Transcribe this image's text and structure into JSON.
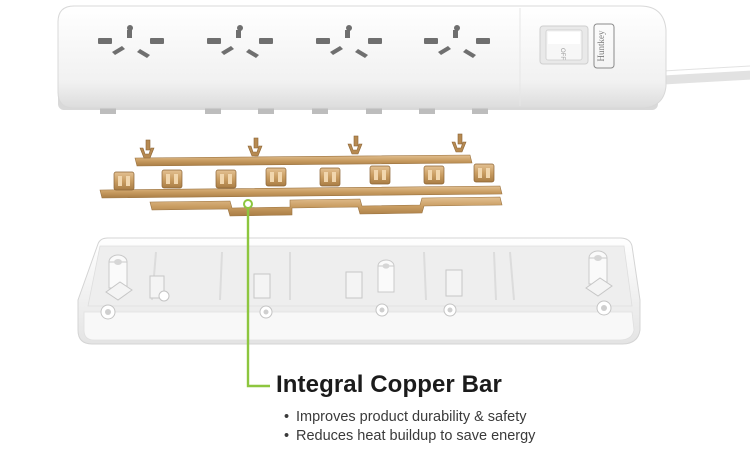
{
  "product": {
    "brand_logo": "Huntkey",
    "switch_off_label": "OFF"
  },
  "callout": {
    "title": "Integral Copper Bar",
    "bullets": [
      "Improves product durability & safety",
      "Reduces heat buildup to save energy"
    ],
    "accent_color": "#8dc63f"
  },
  "colors": {
    "plastic": "#f2f2f2",
    "copper": "#c9a26a",
    "leader_line": "#8dc63f"
  }
}
